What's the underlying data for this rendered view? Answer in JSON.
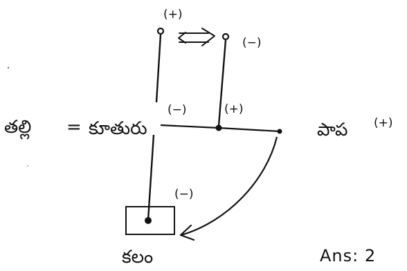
{
  "diagram": {
    "signs": {
      "top_left": "(+)",
      "top_right": "(−)",
      "left_junction": "(−)",
      "right_junction": "(+)",
      "right_word": "(+)",
      "bottom_box": "(−)"
    },
    "left_word": "తల్లి",
    "equals": "=",
    "center_word": "కూతురు",
    "right_word": "పాప",
    "bottom_word": "కలం",
    "answer_label": "Ans: ",
    "answer_value": "2"
  }
}
